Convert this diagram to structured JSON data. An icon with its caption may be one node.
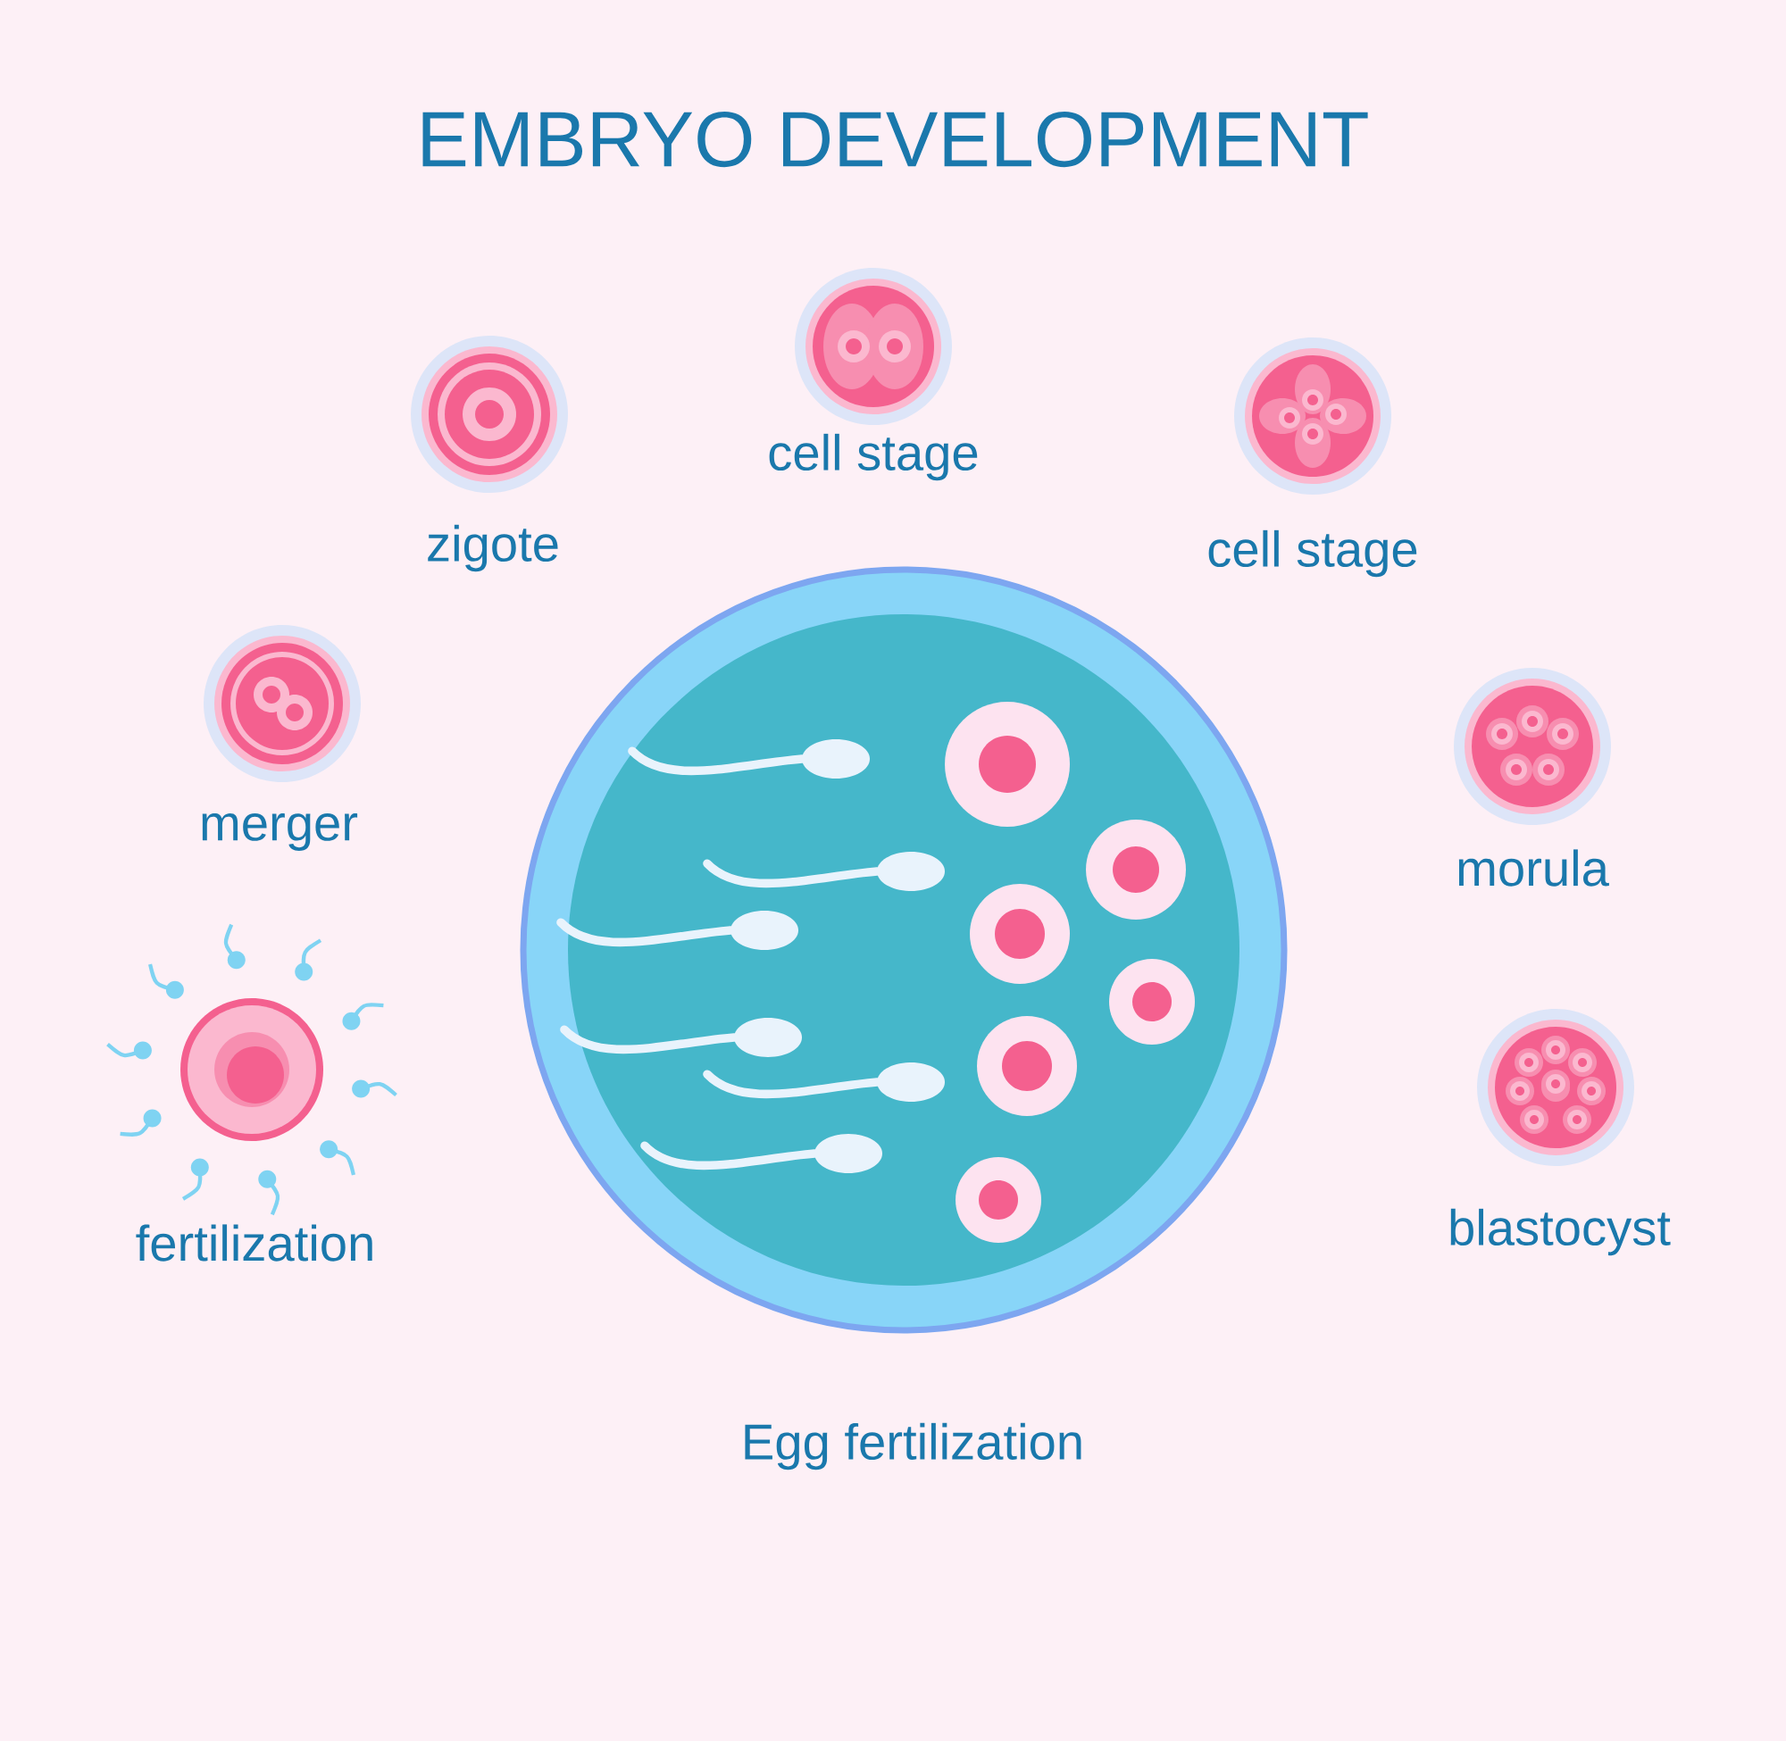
{
  "diagram": {
    "title": "EMBRYO DEVELOPMENT",
    "nodes": [
      {
        "text": [
          "cell stage"
        ]
      },
      {
        "text": [
          "zigote"
        ]
      },
      {
        "text": [
          "cell stage"
        ]
      },
      {
        "text": [
          "merger"
        ]
      },
      {
        "text": [
          "morula"
        ]
      },
      {
        "text": [
          "fertilization"
        ]
      },
      {
        "text": [
          "blastocyst"
        ]
      },
      {
        "text": [
          "Egg fertilization"
        ]
      }
    ]
  }
}
